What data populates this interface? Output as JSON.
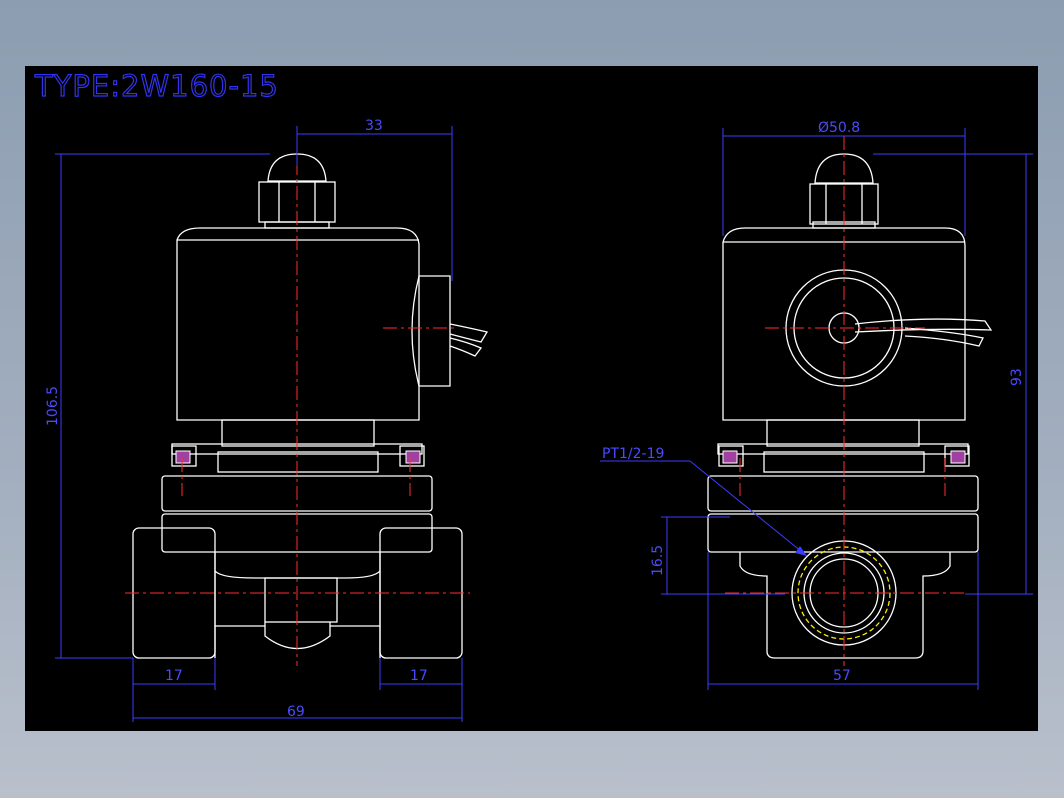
{
  "title": "TYPE:2W160-15",
  "dimensions": {
    "front_width_top": "33",
    "front_height": "106.5",
    "front_left_port": "17",
    "front_right_port": "17",
    "front_total_width": "69",
    "side_coil_diameter": "Ø50.8",
    "side_height": "93",
    "side_port_height": "16.5",
    "side_body_width": "57",
    "thread_label": "PT1/2-19"
  },
  "colors": {
    "background": "#000000",
    "outline": "#ffffff",
    "centerline": "#ff2b2b",
    "dimension": "#3c3cff"
  }
}
